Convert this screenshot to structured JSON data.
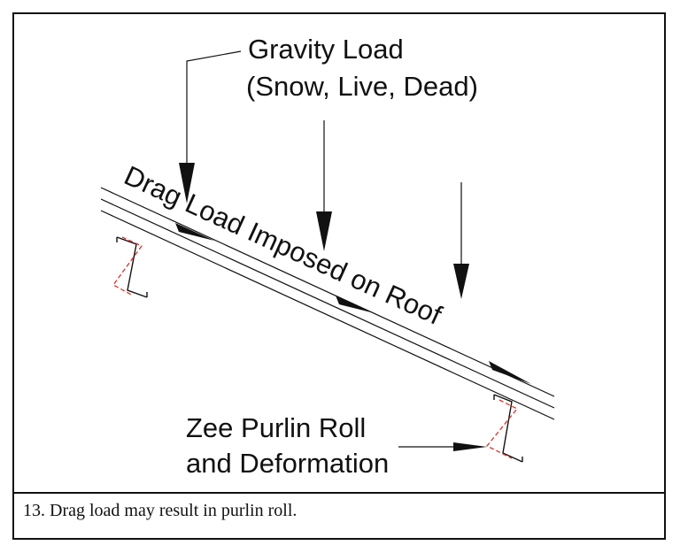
{
  "labels": {
    "gravity_line1": "Gravity Load",
    "gravity_line2": "(Snow, Live, Dead)",
    "drag": "Drag Load Imposed on Roof",
    "purlin_line1": "Zee Purlin Roll",
    "purlin_line2": "and Deformation"
  },
  "caption": "13. Drag load may result in purlin roll.",
  "colors": {
    "line": "#111111",
    "deformed_shape": "#e0302a"
  }
}
